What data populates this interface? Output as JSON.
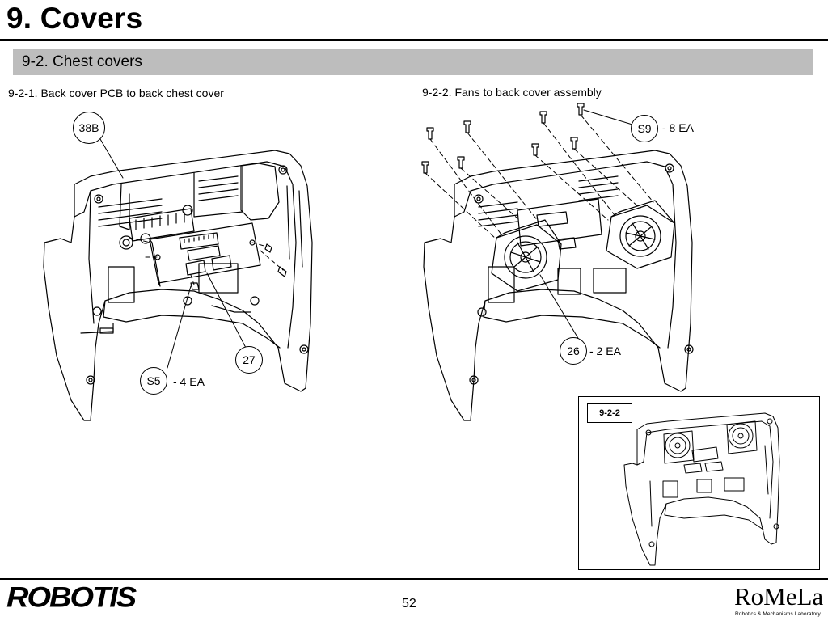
{
  "page": {
    "title": "9. Covers",
    "section_title": "9-2. Chest covers",
    "page_number": "52"
  },
  "steps": [
    {
      "label": "9-2-1. Back cover PCB to back chest cover",
      "callouts": [
        {
          "id": "38B",
          "qty": ""
        },
        {
          "id": "S5",
          "qty": "- 4 EA"
        },
        {
          "id": "27",
          "qty": ""
        }
      ]
    },
    {
      "label": "9-2-2. Fans to back cover assembly",
      "callouts": [
        {
          "id": "S9",
          "qty": "- 8 EA"
        },
        {
          "id": "26",
          "qty": "- 2 EA"
        }
      ]
    }
  ],
  "inset": {
    "tag": "9-2-2"
  },
  "footer": {
    "left_logo": "ROBOTIS",
    "right_logo": "RoMeLa",
    "right_logo_subtitle": "Robotics & Mechanisms Laboratory"
  }
}
